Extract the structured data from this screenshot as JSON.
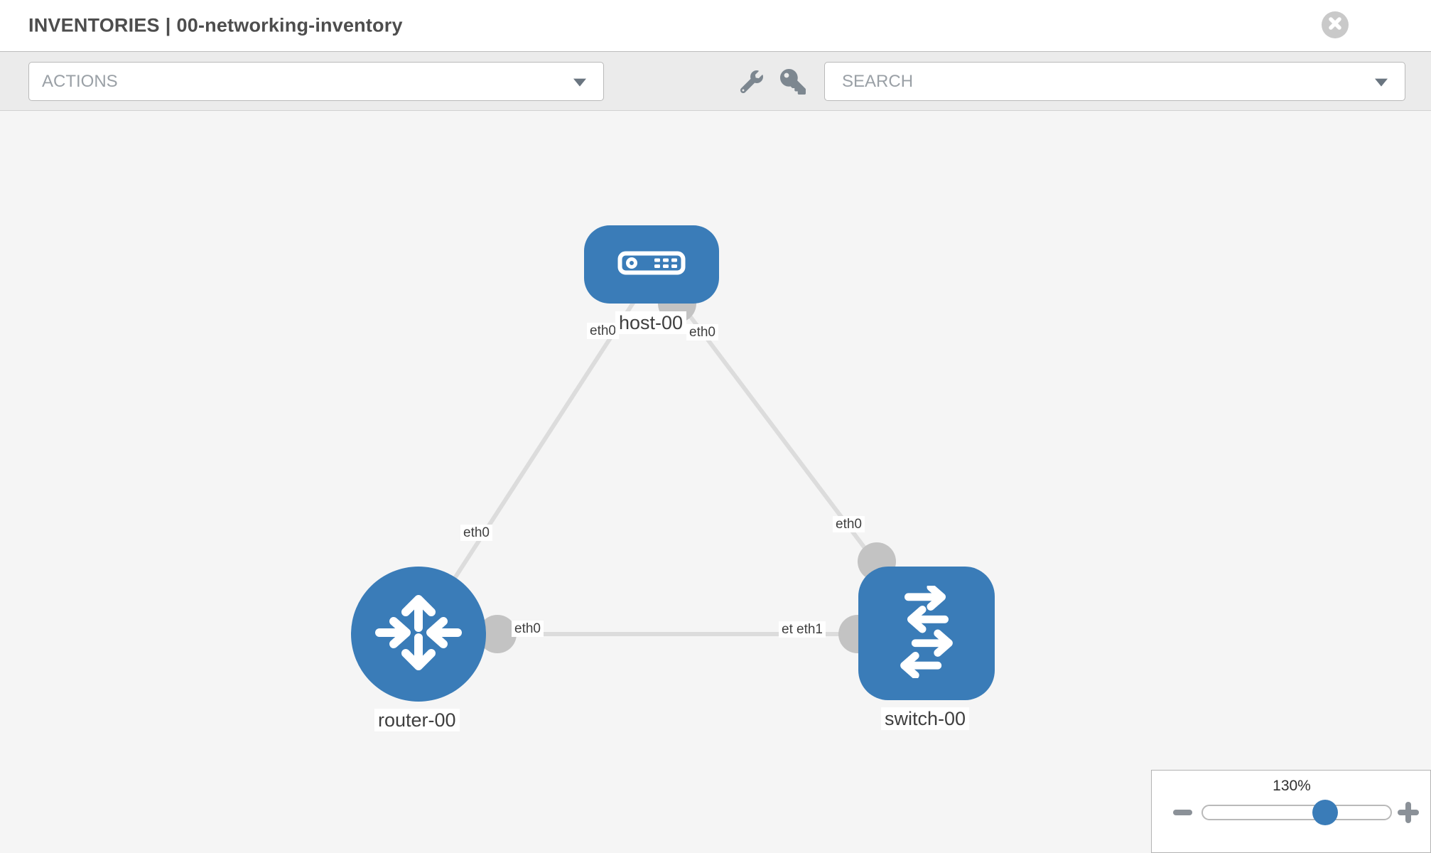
{
  "header": {
    "breadcrumb_primary": "INVENTORIES",
    "breadcrumb_separator": "|",
    "breadcrumb_secondary": "00-networking-inventory"
  },
  "toolbar": {
    "actions_dropdown": {
      "placeholder": "ACTIONS"
    },
    "tools": [
      {
        "icon": "wrench-icon"
      },
      {
        "icon": "key-icon"
      }
    ],
    "search_dropdown": {
      "placeholder": "SEARCH"
    }
  },
  "topology": {
    "nodes": [
      {
        "label": "host-00",
        "type": "host",
        "shape": "rounded-rect",
        "icon": "server-icon"
      },
      {
        "label": "router-00",
        "type": "router",
        "shape": "circle",
        "icon": "router-arrows-icon"
      },
      {
        "label": "switch-00",
        "type": "switch",
        "shape": "rounded-square",
        "icon": "switch-arrows-icon"
      }
    ],
    "links": [
      {
        "from": "host-00",
        "from_interface": "eth0",
        "to": "router-00",
        "to_interface": "eth0"
      },
      {
        "from": "host-00",
        "from_interface": "eth0",
        "to": "switch-00",
        "to_interface": "eth0"
      },
      {
        "from": "router-00",
        "from_interface": "eth0",
        "to": "switch-00",
        "to_interface": "eth1"
      }
    ],
    "node_labels": {
      "host": "host-00",
      "router": "router-00",
      "switch": "switch-00"
    },
    "interface_labels": {
      "host_left": "eth0",
      "host_right": "eth0",
      "router_top": "eth0",
      "switch_top": "eth0",
      "router_right": "eth0",
      "switch_left_back": "eth0",
      "switch_left_front": "eth1"
    }
  },
  "zoom_control": {
    "level": "130%"
  },
  "colors": {
    "node_blue": "#3a7cb8",
    "link_gray": "#dcdcdc",
    "connector_gray": "#c3c3c3",
    "canvas_bg": "#f5f5f5",
    "toolbar_bg": "#ebebeb",
    "header_bg": "#ffffff",
    "title_text": "#4d4d4d",
    "placeholder_text": "#9aa0a6",
    "close_circle": "#c9c9c9",
    "zoom_thumb": "#3a7cb8"
  }
}
